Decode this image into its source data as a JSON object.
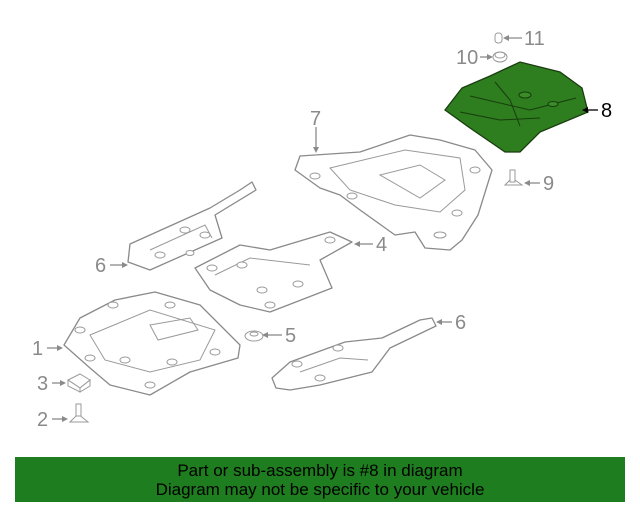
{
  "diagram": {
    "callouts": {
      "c1": "1",
      "c2": "2",
      "c3": "3",
      "c4": "4",
      "c5": "5",
      "c6a": "6",
      "c6b": "6",
      "c7": "7",
      "c8": "8",
      "c9": "9",
      "c10": "10",
      "c11": "11"
    },
    "highlight_part": "8",
    "colors": {
      "highlight_fill": "#2e7d1e",
      "line": "#8a8a8a",
      "banner_bg": "#1e7d1e"
    }
  },
  "banner": {
    "line1": "Part or sub-assembly is #8 in diagram",
    "line2": "Diagram may not be specific to your vehicle"
  }
}
